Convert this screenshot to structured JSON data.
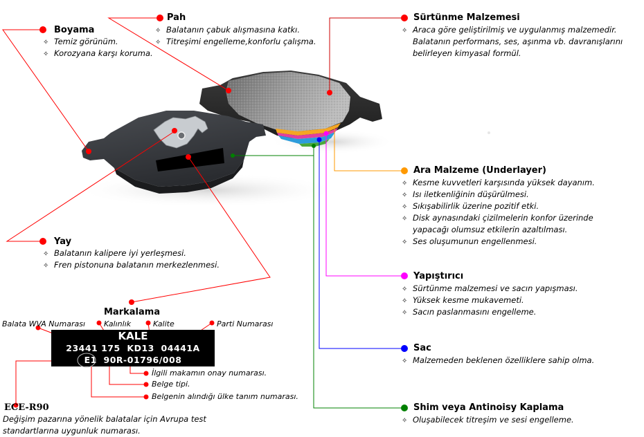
{
  "colors": {
    "red": "#ff0000",
    "orange": "#ff9900",
    "magenta": "#ff00ff",
    "blue": "#0000ff",
    "green": "#008000"
  },
  "callouts": {
    "boyama": {
      "title": "Boyama",
      "items": [
        "Temiz görünüm.",
        "Korozyana karşı koruma."
      ]
    },
    "pah": {
      "title": "Pah",
      "items": [
        "Balatanın çabuk alışmasına katkı.",
        "Titreşimi engelleme,konforlu çalışma."
      ]
    },
    "surtunme": {
      "title": "Sürtünme Malzemesi",
      "items": [
        "Araca göre geliştirilmiş ve uygulanmış malzemedir.",
        "Balatanın performans, ses, aşınma vb. davranışlarını",
        "belirleyen kimyasal formül."
      ]
    },
    "ara": {
      "title": "Ara Malzeme (Underlayer)",
      "items": [
        "Kesme kuvvetleri karşısında yüksek dayanım.",
        "Isı iletkenliğinin düşürülmesi.",
        "Sıkışabilirlik üzerine pozitif etki.",
        "Disk aynasındaki çizilmelerin konfor üzerinde",
        "yapacağı olumsuz etkilerin azaltılması.",
        "Ses oluşumunun engellenmesi."
      ]
    },
    "yapistirici": {
      "title": "Yapıştırıcı",
      "items": [
        "Sürtünme malzemesi ve sacın yapışması.",
        "Yüksek kesme mukavemeti.",
        "Sacın paslanmasını engelleme."
      ]
    },
    "sac": {
      "title": "Sac",
      "items": [
        "Malzemeden beklenen özelliklere sahip olma."
      ]
    },
    "shim": {
      "title": "Shim veya Antinoisy Kaplama",
      "items": [
        "Oluşabilecek titreşim ve sesi engelleme."
      ]
    },
    "yay": {
      "title": "Yay",
      "items": [
        "Balatanın kalipere iyi yerleşmesi.",
        "Fren pistonuna balatanın merkezlenmesi."
      ]
    }
  },
  "marking": {
    "title": "Markalama",
    "labels": {
      "wva": "Balata WVA Numarası",
      "thickness": "Kalınlık",
      "quality": "Kalite",
      "batch": "Parti Numarası"
    },
    "plate": {
      "brand": "KALE",
      "line2": "23441 175  KD13  04441A",
      "line3": "E1  90R-01796/008"
    },
    "notes": {
      "approval": "İlgili makamın onay numarası.",
      "doc_type": "Belge tipi.",
      "country": "Belgenin alındığı ülke tanım numarası."
    },
    "ece": {
      "title": "ECE-R90",
      "desc": [
        "Değişim pazarına yönelik balatalar için Avrupa test",
        "standartlarına uygunluk numarası."
      ]
    }
  },
  "bullet_icon": "four-point-star"
}
